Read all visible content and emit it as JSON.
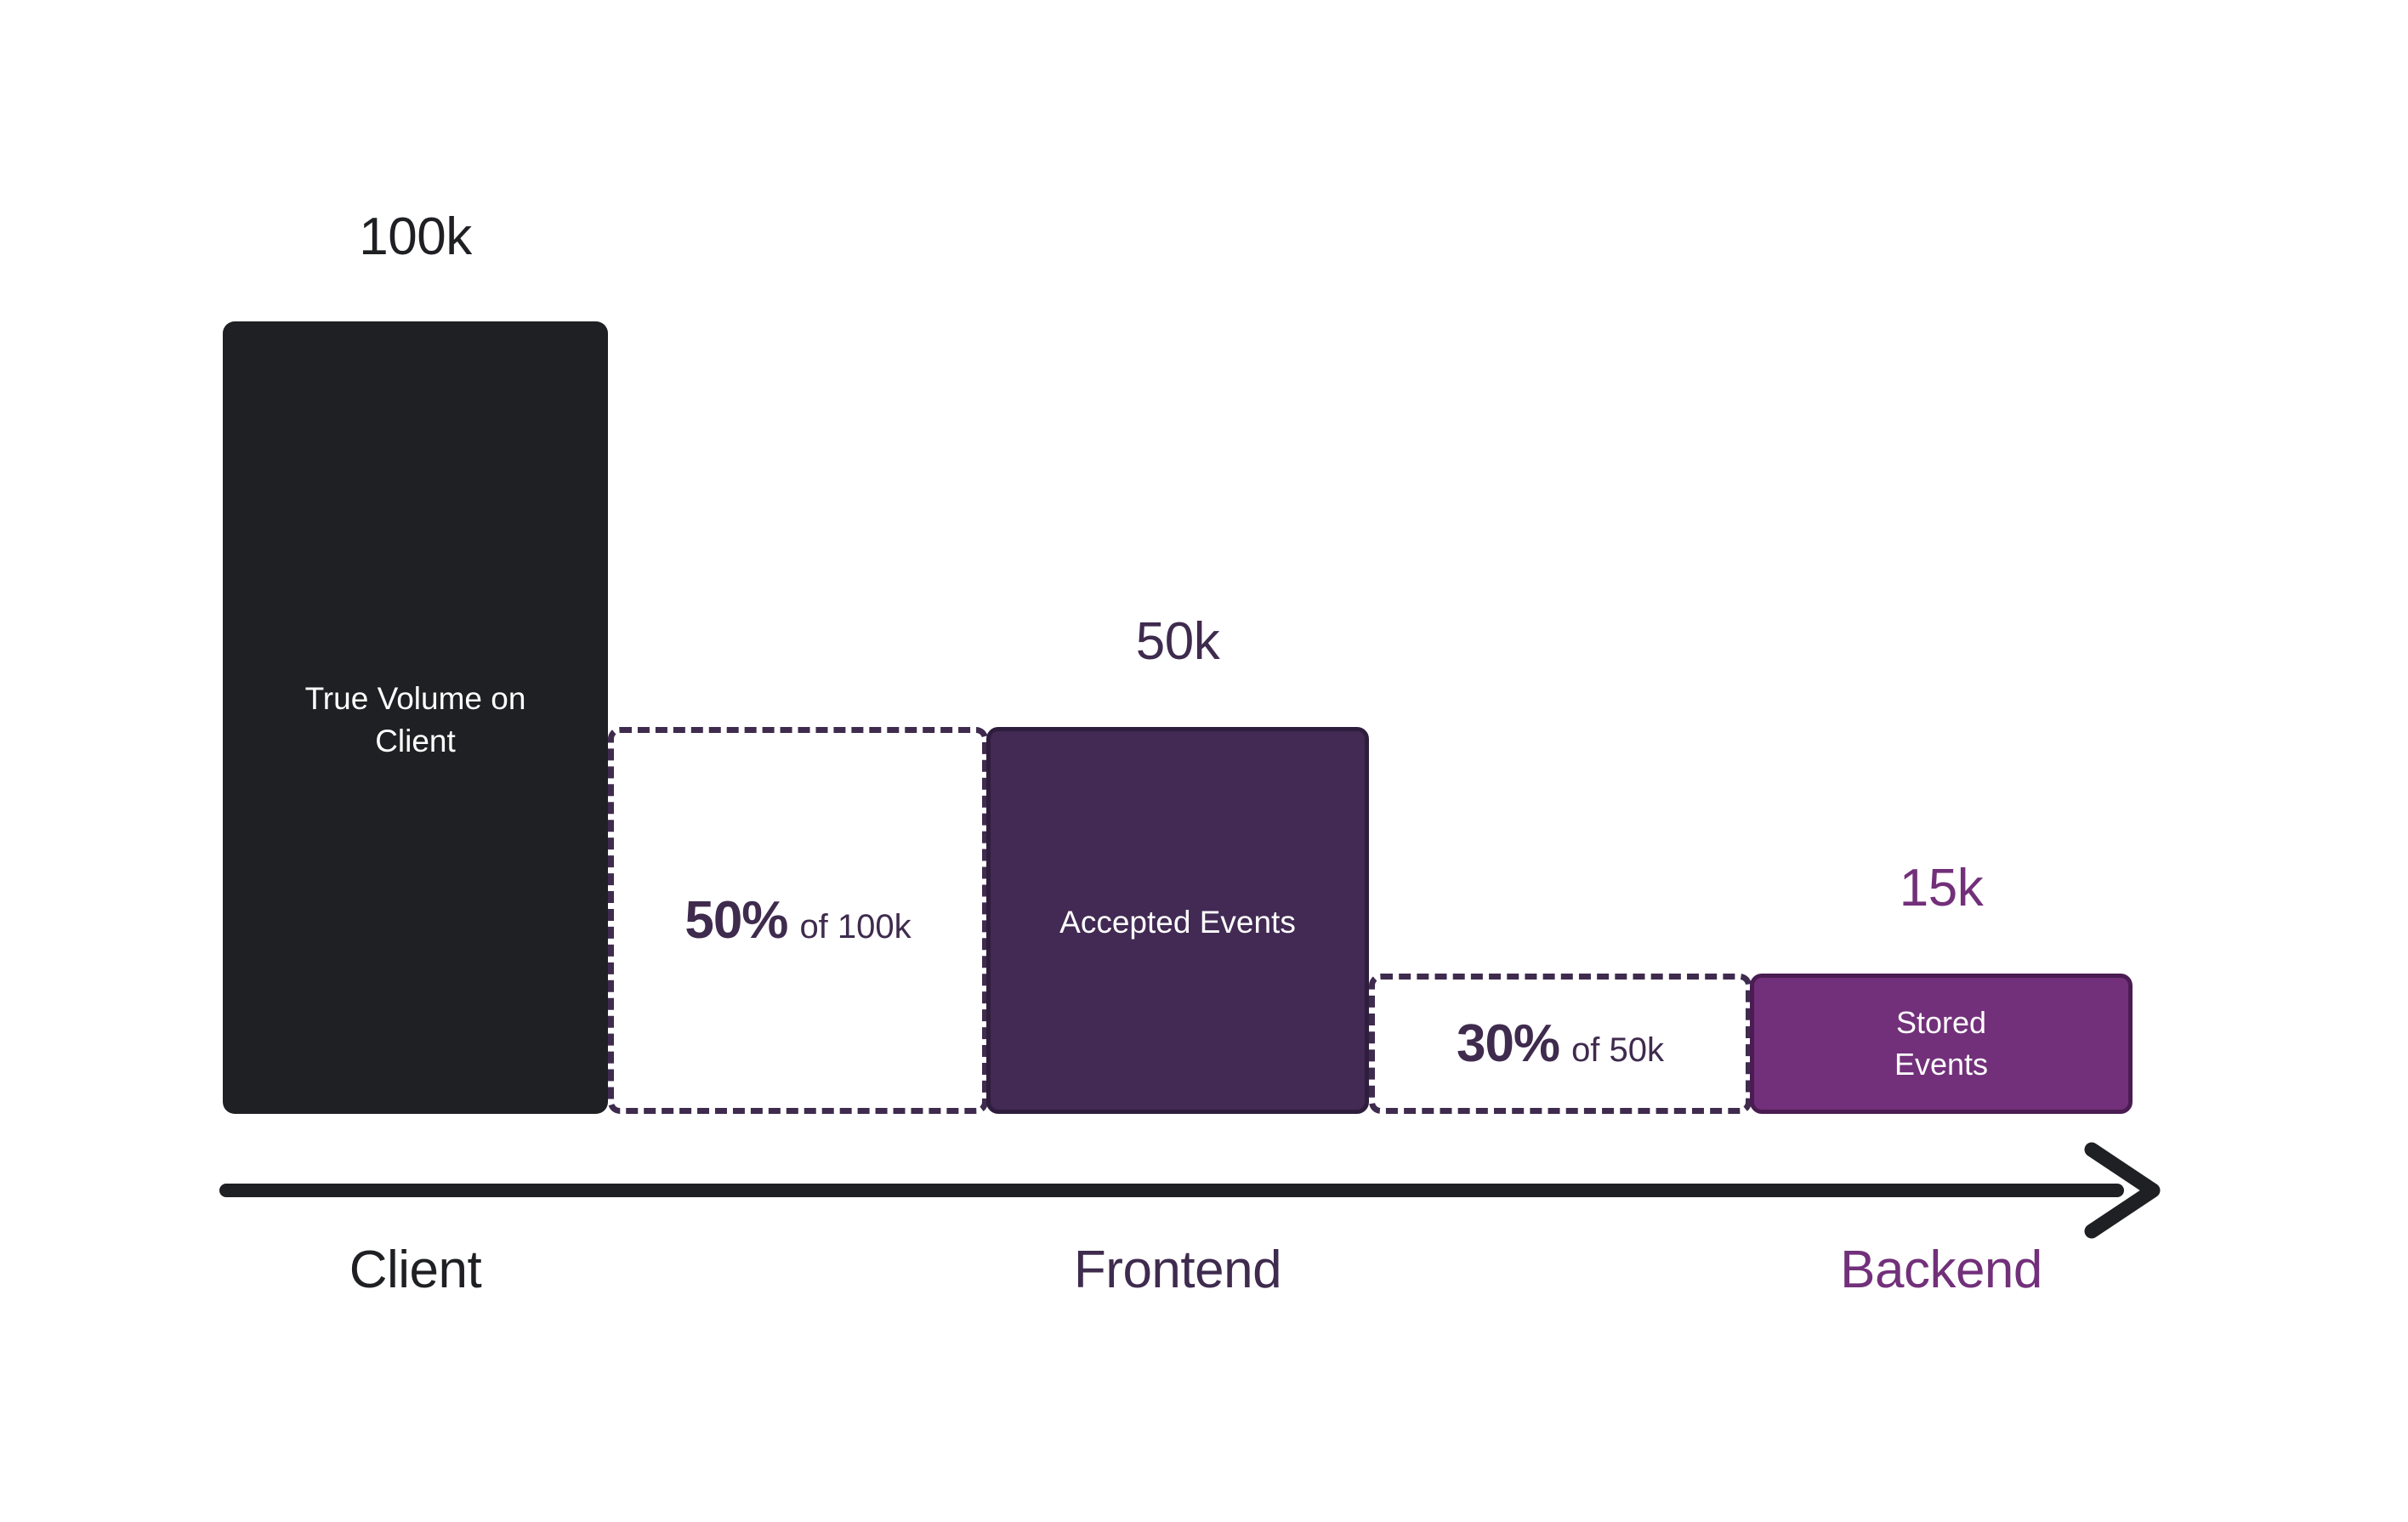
{
  "chart_data": {
    "type": "bar",
    "title": "",
    "subtitle": "",
    "xlabel": "",
    "ylabel": "",
    "grid": false,
    "legend": "none",
    "orientation": "vertical",
    "description": "Event volume funnel across Client, Frontend and Backend stages with drop-off percentages",
    "categories": [
      "Client",
      "Frontend",
      "Backend"
    ],
    "values": [
      100000,
      50000,
      15000
    ],
    "value_labels": [
      "100k",
      "50k",
      "15k"
    ],
    "bar_labels": [
      "True Volume on\nClient",
      "Accepted Events",
      "Stored\nEvents"
    ],
    "bar_colors": [
      "#1F2023",
      "#422A54",
      "#72307A"
    ],
    "ylim": [
      0,
      100000
    ],
    "dropoffs": [
      {
        "percent": "50%",
        "of": "of 100k",
        "from": "Client",
        "to": "Frontend",
        "retained": 0.5
      },
      {
        "percent": "30%",
        "of": "of 50k",
        "from": "Frontend",
        "to": "Backend",
        "retained": 0.3
      }
    ]
  },
  "bars": {
    "client": {
      "value_label": "100k",
      "inner_label": "True Volume on\nClient",
      "stage_label": "Client",
      "color": "#1F2023"
    },
    "frontend": {
      "value_label": "50k",
      "inner_label": "Accepted Events",
      "stage_label": "Frontend",
      "color": "#422A54"
    },
    "backend": {
      "value_label": "15k",
      "inner_label": "Stored\nEvents",
      "stage_label": "Backend",
      "color": "#72307A"
    }
  },
  "dropoff_boxes": [
    {
      "percent": "50%",
      "of_text": "of 100k"
    },
    {
      "percent": "30%",
      "of_text": "of 50k"
    }
  ],
  "axis": {
    "arrow_icon": "arrow-right-icon",
    "color": "#1F2023"
  },
  "colors": {
    "black": "#1F2023",
    "dark_purple": "#3F2B4E",
    "bar_purple": "#422A54",
    "bright_purple": "#72307A",
    "background": "#FFFFFF"
  }
}
